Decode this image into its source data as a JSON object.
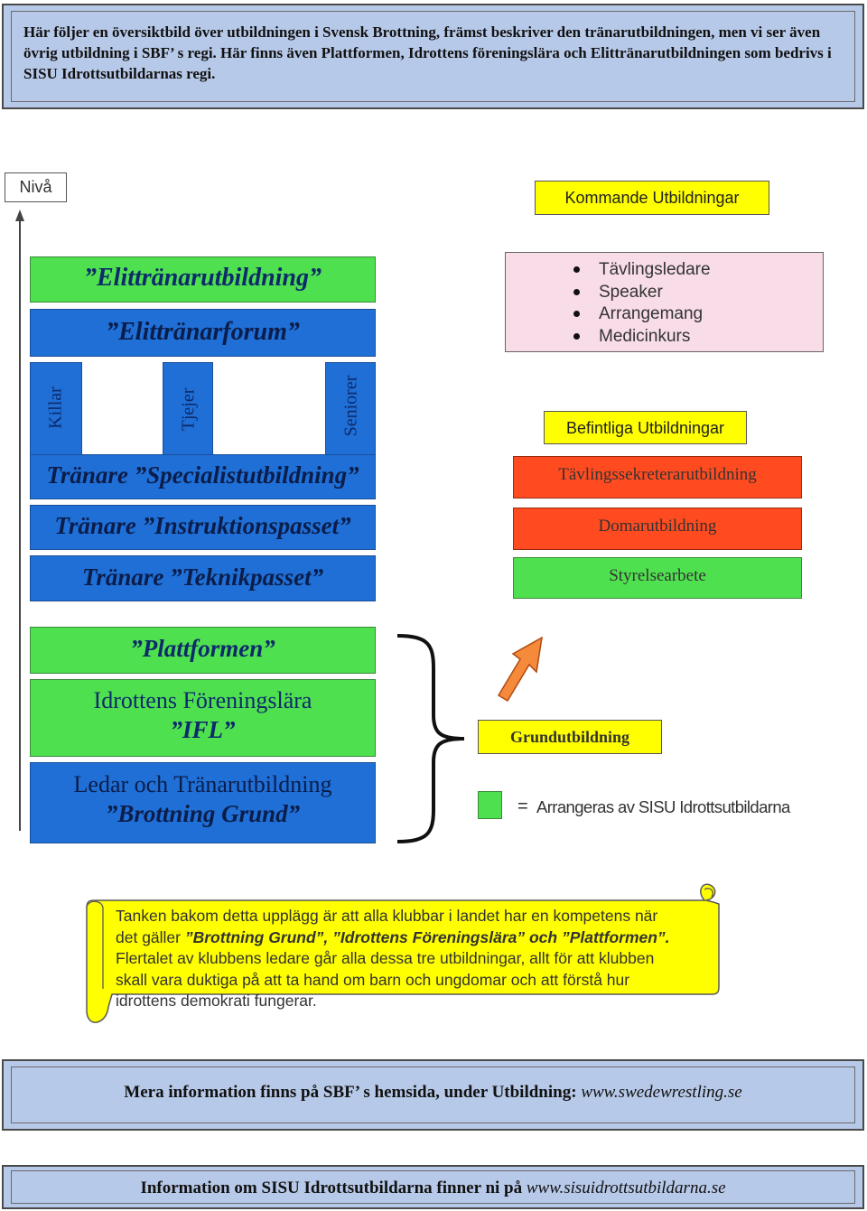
{
  "intro": {
    "text": "Här följer en översiktbild över utbildningen i Svensk Brottning, främst beskriver den tränarutbildningen, men vi ser även övrig utbildning i SBF’ s regi. Här finns även Plattformen, Idrottens föreningslära och Elittränarutbildningen som bedrivs i SISU Idrottsutbildarnas regi."
  },
  "axis": {
    "label": "Nivå"
  },
  "levels": {
    "elit_utbildning": "”Elittränarutbildning”",
    "elit_forum": "”Elittränarforum”",
    "killar": "Killar",
    "tjejer": "Tjejer",
    "seniorer": "Seniorer",
    "specialist": "Tränare ”Specialistutbildning”",
    "instruktion": "Tränare ”Instruktionspasset”",
    "teknik": "Tränare ”Teknikpasset”",
    "plattformen": "”Plattformen”",
    "ifl_line1": "Idrottens Föreningslära",
    "ifl_line2": "”IFL”",
    "grund_line1": "Ledar och Tränarutbildning",
    "grund_line2": "”Brottning Grund”"
  },
  "upcoming": {
    "title": "Kommande Utbildningar",
    "items": [
      "Tävlingsledare",
      "Speaker",
      "Arrangemang",
      "Medicinkurs"
    ]
  },
  "existing": {
    "title": "Befintliga Utbildningar",
    "items": [
      "Tävlingssekreterarutbildning",
      "Domarutbildning",
      "Styrelsearbete"
    ]
  },
  "grund": {
    "label": "Grundutbildning"
  },
  "legend": {
    "text": "Arrangeras av SISU Idrottsutbildarna",
    "symbol": "="
  },
  "scroll": {
    "line1": "Tanken bakom detta upplägg är att alla klubbar i landet har en kompetens när",
    "line2_pre": "det gäller ",
    "line2_bold": "”Brottning Grund”, ”Idrottens Föreningslära” och ”Plattformen”.",
    "line3": "Flertalet av klubbens ledare går alla dessa tre utbildningar, allt för att klubben",
    "line4": "skall vara duktiga på att ta hand om barn och ungdomar och att förstå hur",
    "line5": "idrottens demokrati fungerar."
  },
  "footer1": {
    "text": "Mera information finns på SBF’ s hemsida, under Utbildning: ",
    "link": "www.swedewrestling.se"
  },
  "footer2": {
    "text": "Information om SISU Idrottsutbildarna finner ni på ",
    "link": "www.sisuidrottsutbildarna.se"
  },
  "colors": {
    "green": "#4fe04f",
    "blue": "#1f6fd6",
    "red": "#ff4b1f",
    "yellow": "#ffff00",
    "pink": "#f8dce8",
    "panel": "#b7c9e8"
  }
}
